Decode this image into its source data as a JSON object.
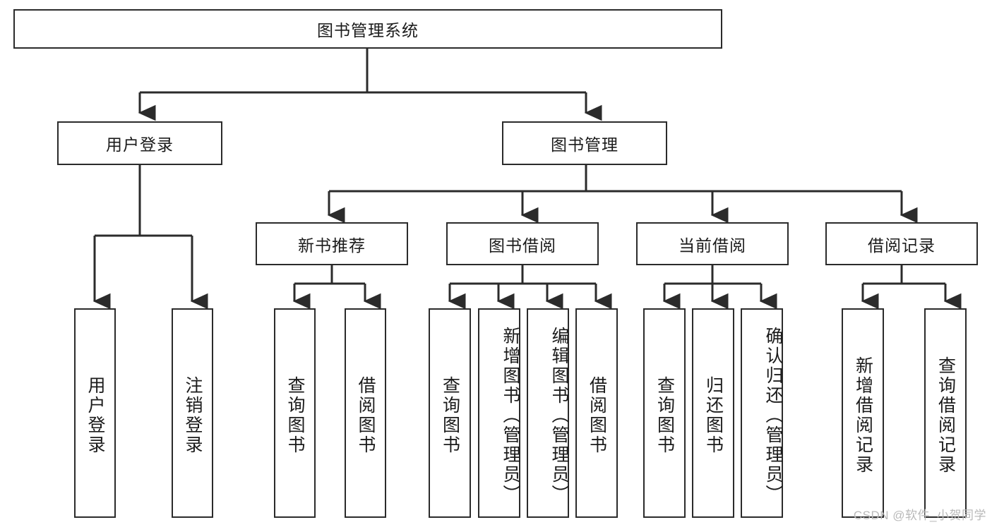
{
  "diagram": {
    "title": "图书管理系统",
    "type": "tree",
    "watermark": "CSDN @软件_小贺同学",
    "colors": {
      "stroke": "#2b2b2b",
      "fill": "#ffffff",
      "text": "#1b1b1b",
      "watermark": "#b9b9b9"
    },
    "nodes": {
      "root": "图书管理系统",
      "level2": {
        "user_login": "用户登录",
        "book_manage": "图书管理"
      },
      "level3": {
        "new_book_recommend": "新书推荐",
        "book_borrow": "图书借阅",
        "current_borrow": "当前借阅",
        "borrow_record": "借阅记录"
      },
      "leaves": {
        "user_login": [
          "用户登录",
          "注销登录"
        ],
        "new_book_recommend": [
          "查询图书",
          "借阅图书"
        ],
        "book_borrow": [
          "查询图书",
          "新增图书（管理员）",
          "编辑图书（管理员）",
          "借阅图书"
        ],
        "current_borrow": [
          "查询图书",
          "归还图书",
          "确认归还（管理员）"
        ],
        "borrow_record": [
          "新增借阅记录",
          "查询借阅记录"
        ]
      }
    }
  }
}
